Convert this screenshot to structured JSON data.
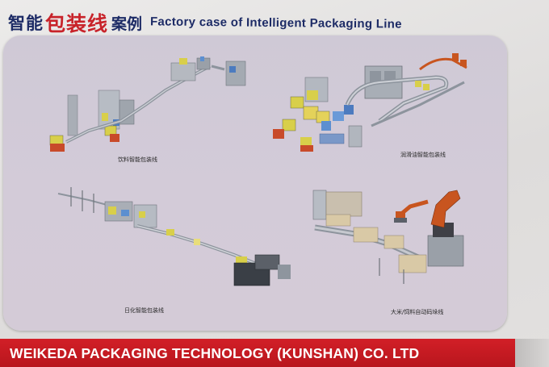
{
  "header": {
    "title_cn_part1": "智能",
    "title_cn_part2": "包装线",
    "title_cn_part3": "案例",
    "title_en": "Factory case of Intelligent Packaging Line"
  },
  "cases": [
    {
      "caption": "饮料智能包装线"
    },
    {
      "caption": "润滑油智能包装线"
    },
    {
      "caption": "日化智能包装线"
    },
    {
      "caption": "大米/饲料自动码垛线"
    }
  ],
  "footer": {
    "company": "WEIKEDA PACKAGING TECHNOLOGY (KUNSHAN) CO. LTD"
  },
  "colors": {
    "brand_red": "#c8232a",
    "brand_navy": "#1d2b66",
    "banner_red": "#c91b22",
    "robot_orange": "#c8551f"
  }
}
